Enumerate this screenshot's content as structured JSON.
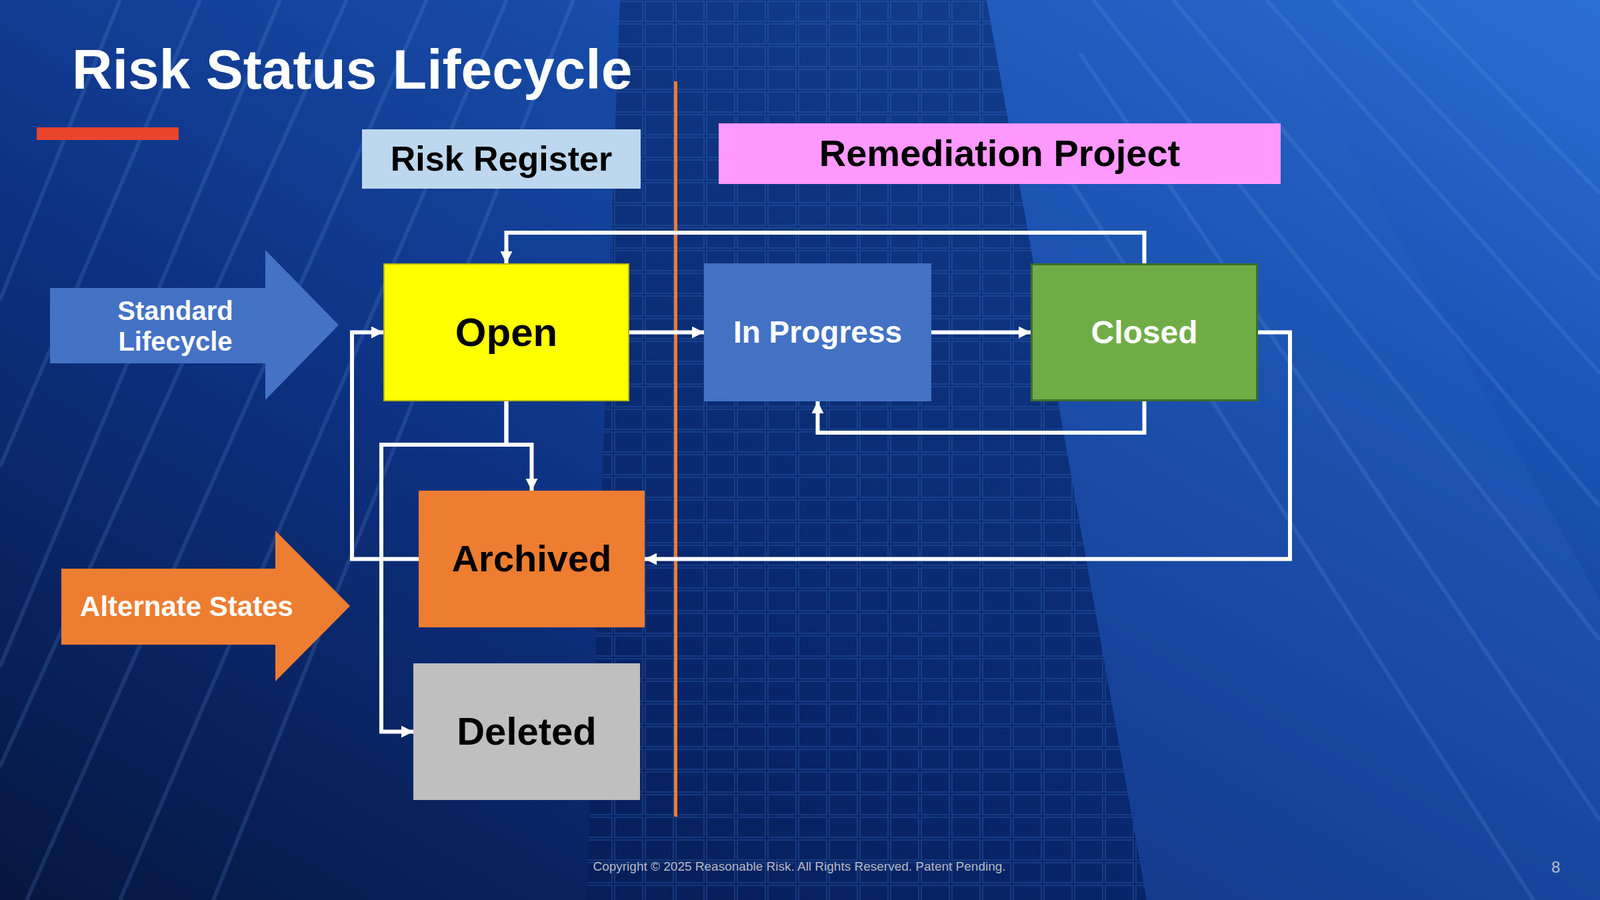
{
  "diagram": {
    "title": "Risk Status Lifecycle",
    "nodes": [
      {
        "text": [
          "Risk Register"
        ]
      },
      {
        "text": [
          "Remediation Project"
        ]
      },
      {
        "text": [
          "Standard Lifecycle"
        ]
      },
      {
        "text": [
          "Open"
        ]
      },
      {
        "text": [
          "In Progress"
        ]
      },
      {
        "text": [
          "Closed"
        ]
      },
      {
        "text": [
          "Archived"
        ]
      },
      {
        "text": [
          "Alternate States"
        ]
      },
      {
        "text": [
          "Deleted"
        ]
      }
    ],
    "edges": [
      {
        "from": 3,
        "to": 4,
        "arrow": "to"
      },
      {
        "from": 4,
        "to": 5,
        "arrow": "to"
      },
      {
        "from": 5,
        "to": 3,
        "arrow": "to"
      },
      {
        "from": 5,
        "to": 4,
        "arrow": "to"
      },
      {
        "from": 5,
        "to": 6,
        "arrow": "to"
      },
      {
        "from": 3,
        "to": 6,
        "arrow": "to"
      },
      {
        "from": 3,
        "to": 8,
        "arrow": "to"
      },
      {
        "from": 6,
        "to": 3,
        "arrow": "to"
      }
    ],
    "labels": [
      "Copyright © 2025 Reasonable Risk. All Rights Reserved. Patent Pending.",
      "8"
    ]
  }
}
